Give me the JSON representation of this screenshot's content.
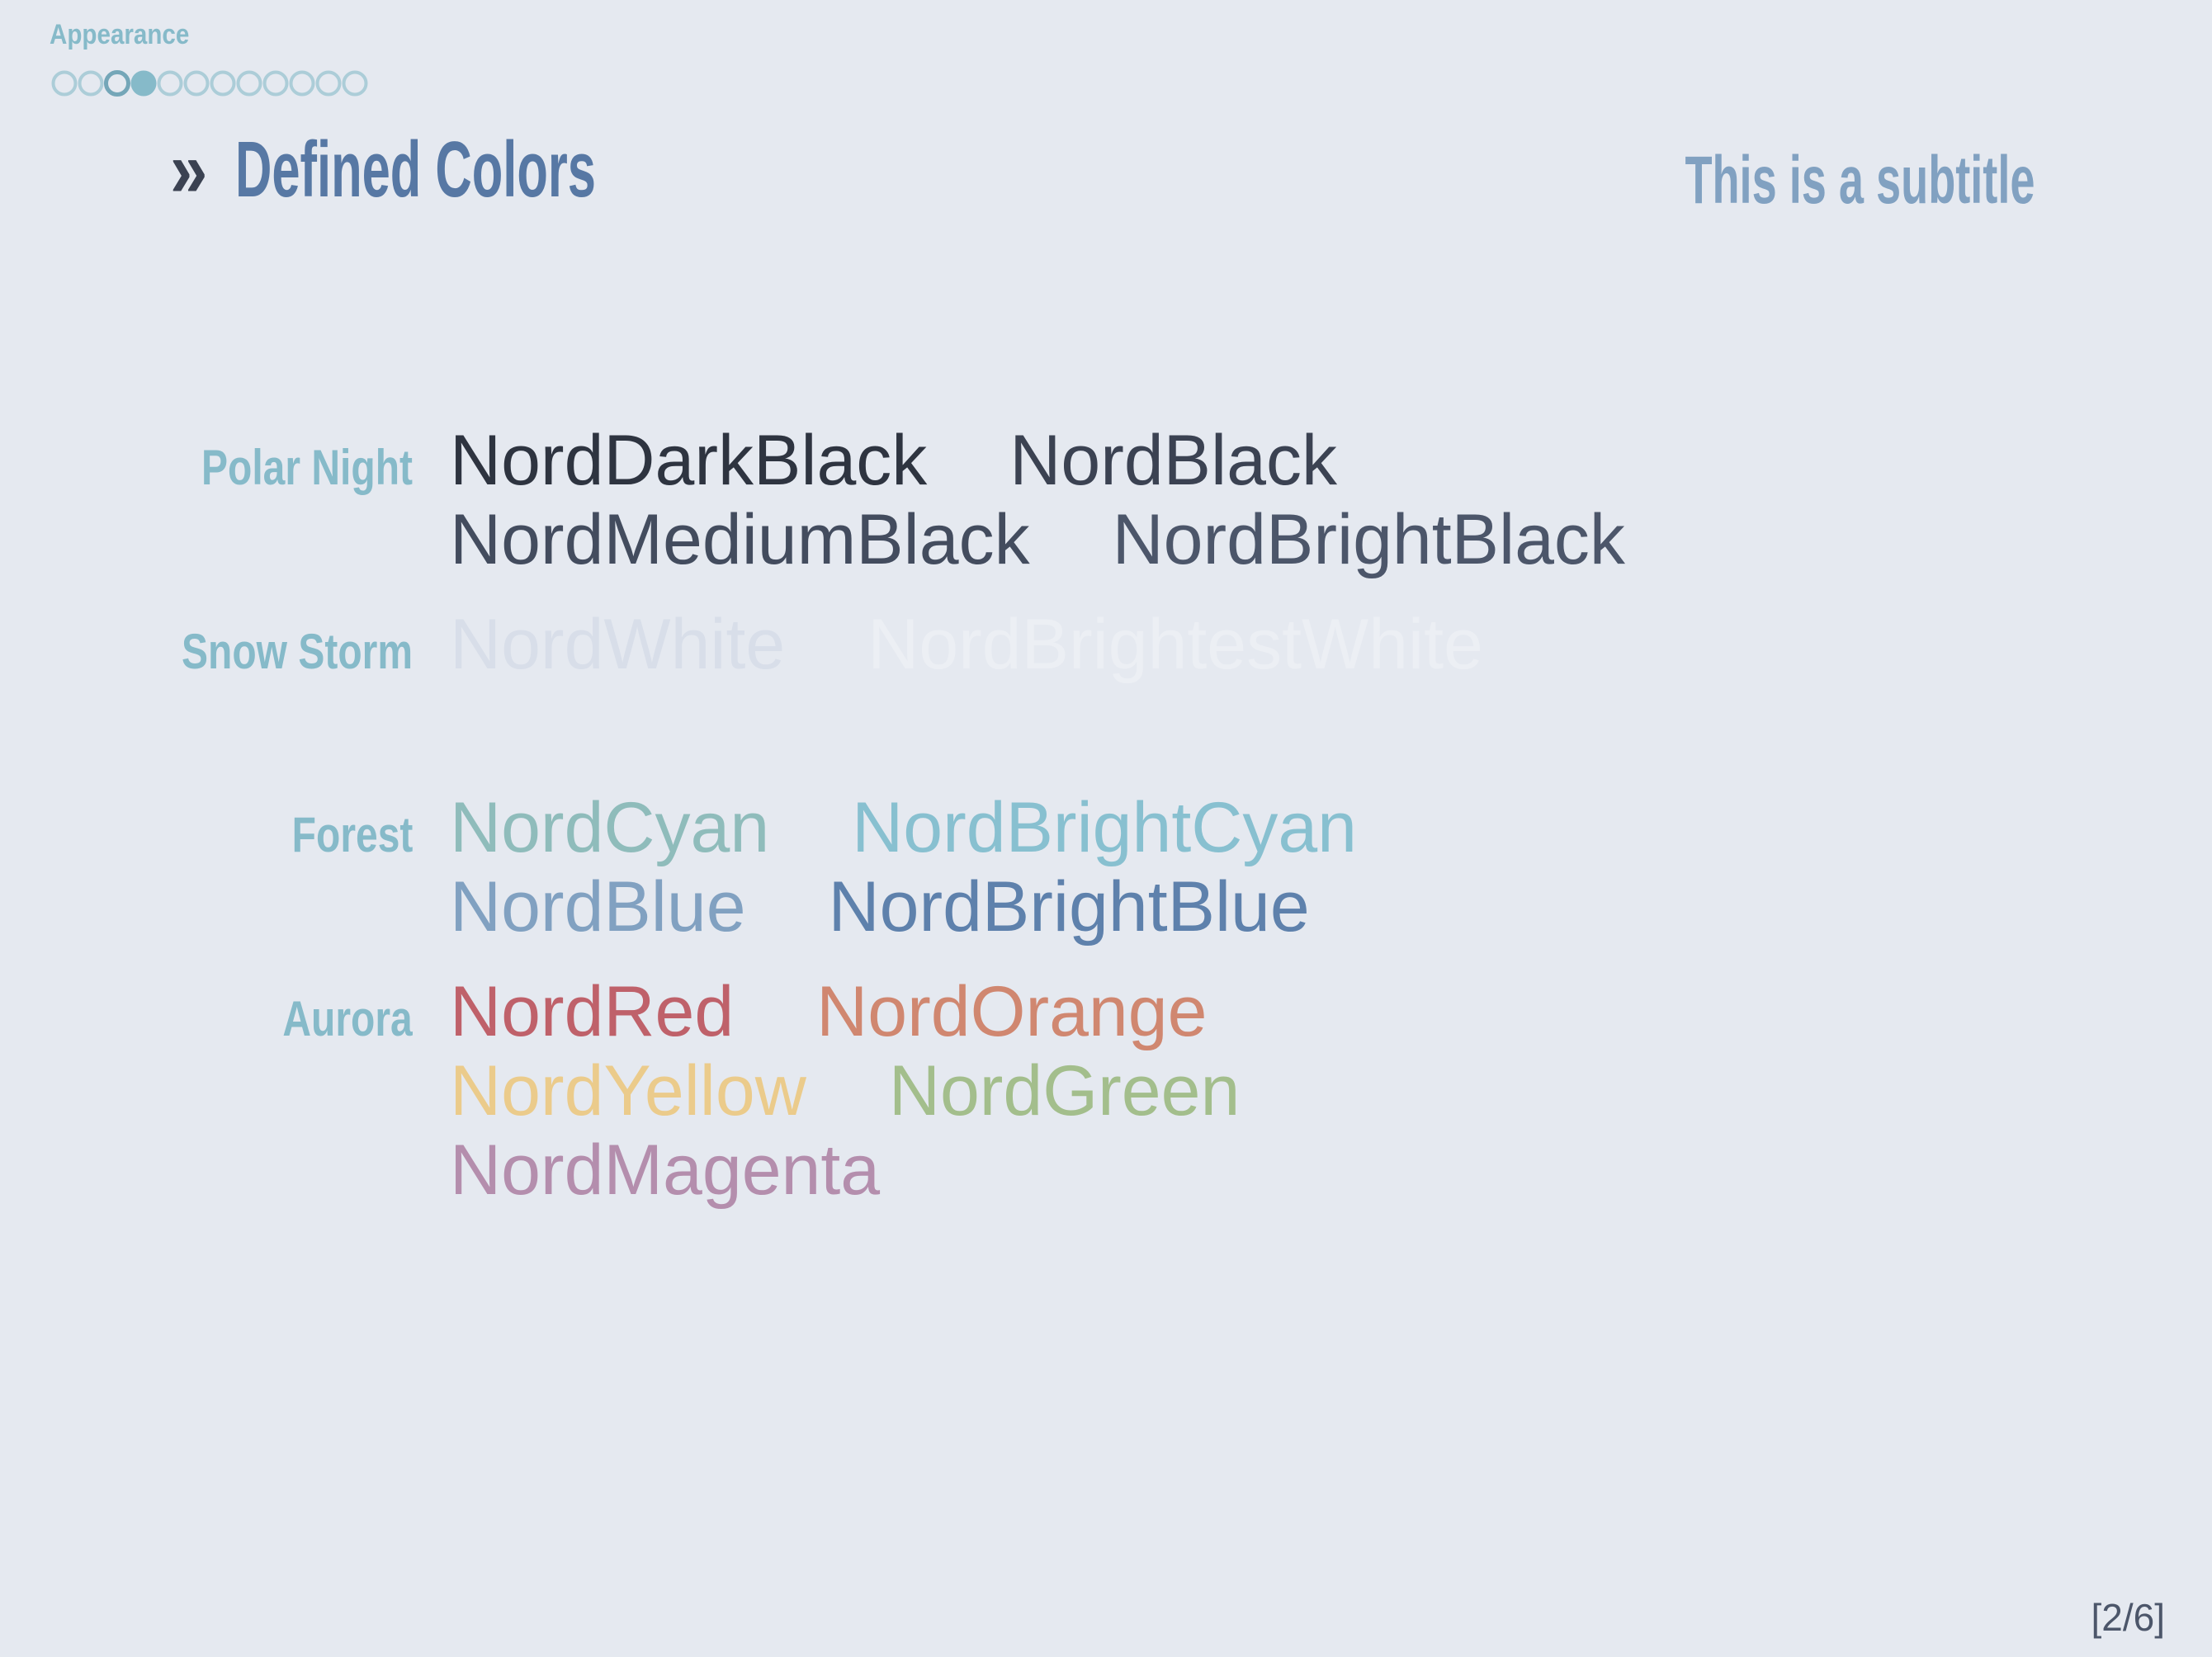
{
  "background_color": "#E5E9F0",
  "header": {
    "section_name": "Appearance",
    "progress_dots": {
      "count": 12,
      "filled_index": 3,
      "ring_highlight_index": 2,
      "outline_color": "#ACCDD8",
      "ring_highlight_color": "#74A6B8",
      "fill_color": "#86BAC9"
    }
  },
  "title": {
    "marker": "»",
    "marker_color": "#3B4252",
    "text": "Defined Colors",
    "color": "#5778A4",
    "subtitle": "This is a subtitle",
    "subtitle_color": "#81A1C1"
  },
  "label_color": "#86BAC9",
  "palette_groups": [
    {
      "label": "Polar Night",
      "lines": [
        [
          {
            "name": "NordDarkBlack",
            "color": "#2E3440"
          },
          {
            "name": "NordBlack",
            "color": "#3B4252"
          }
        ],
        [
          {
            "name": "NordMediumBlack",
            "color": "#434C5E"
          },
          {
            "name": "NordBrightBlack",
            "color": "#4C566A"
          }
        ]
      ]
    },
    {
      "label": "Snow Storm",
      "lines": [
        [
          {
            "name": "NordWhite",
            "color": "#D8DEE9"
          },
          {
            "name": "NordBrightestWhite",
            "color": "#ECEFF4"
          }
        ]
      ]
    },
    {
      "label": "Forest",
      "spacer_before": true,
      "lines": [
        [
          {
            "name": "NordCyan",
            "color": "#8FBCBB"
          },
          {
            "name": "NordBrightCyan",
            "color": "#88C0D0"
          }
        ],
        [
          {
            "name": "NordBlue",
            "color": "#81A1C1"
          },
          {
            "name": "NordBrightBlue",
            "color": "#5E81AC"
          }
        ]
      ]
    },
    {
      "label": "Aurora",
      "lines": [
        [
          {
            "name": "NordRed",
            "color": "#BF616A"
          },
          {
            "name": "NordOrange",
            "color": "#D08770"
          }
        ],
        [
          {
            "name": "NordYellow",
            "color": "#EBCB8B"
          },
          {
            "name": "NordGreen",
            "color": "#A3BE8C"
          }
        ],
        [
          {
            "name": "NordMagenta",
            "color": "#B48EAD"
          }
        ]
      ]
    }
  ],
  "footer": {
    "page_indicator": "[2/6]",
    "color": "#4C566A"
  }
}
